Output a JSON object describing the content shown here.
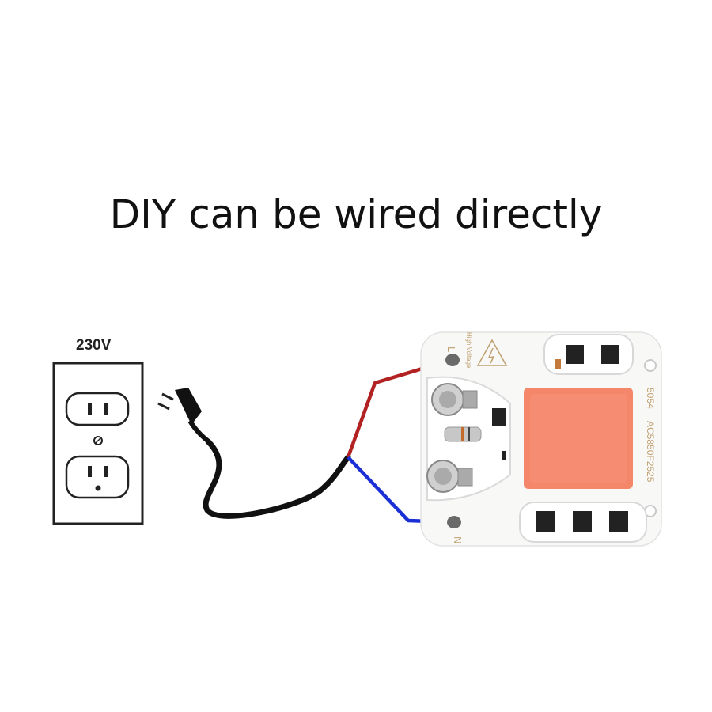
{
  "title": "DIY can be wired directly",
  "outlet": {
    "voltage_label": "230V"
  },
  "board": {
    "model_text": "AC5850F2525",
    "number_text": "5054",
    "terminal_l": "L",
    "terminal_n": "N",
    "warning_text": "High Voltage"
  },
  "colors": {
    "live_wire": "#b22222",
    "neutral_wire": "#1a2fd6",
    "cord": "#111111",
    "led_face": "#f4866a"
  },
  "icons": [
    "power-outlet-icon",
    "plug-icon",
    "led-chip-board",
    "warning-triangle-icon"
  ]
}
